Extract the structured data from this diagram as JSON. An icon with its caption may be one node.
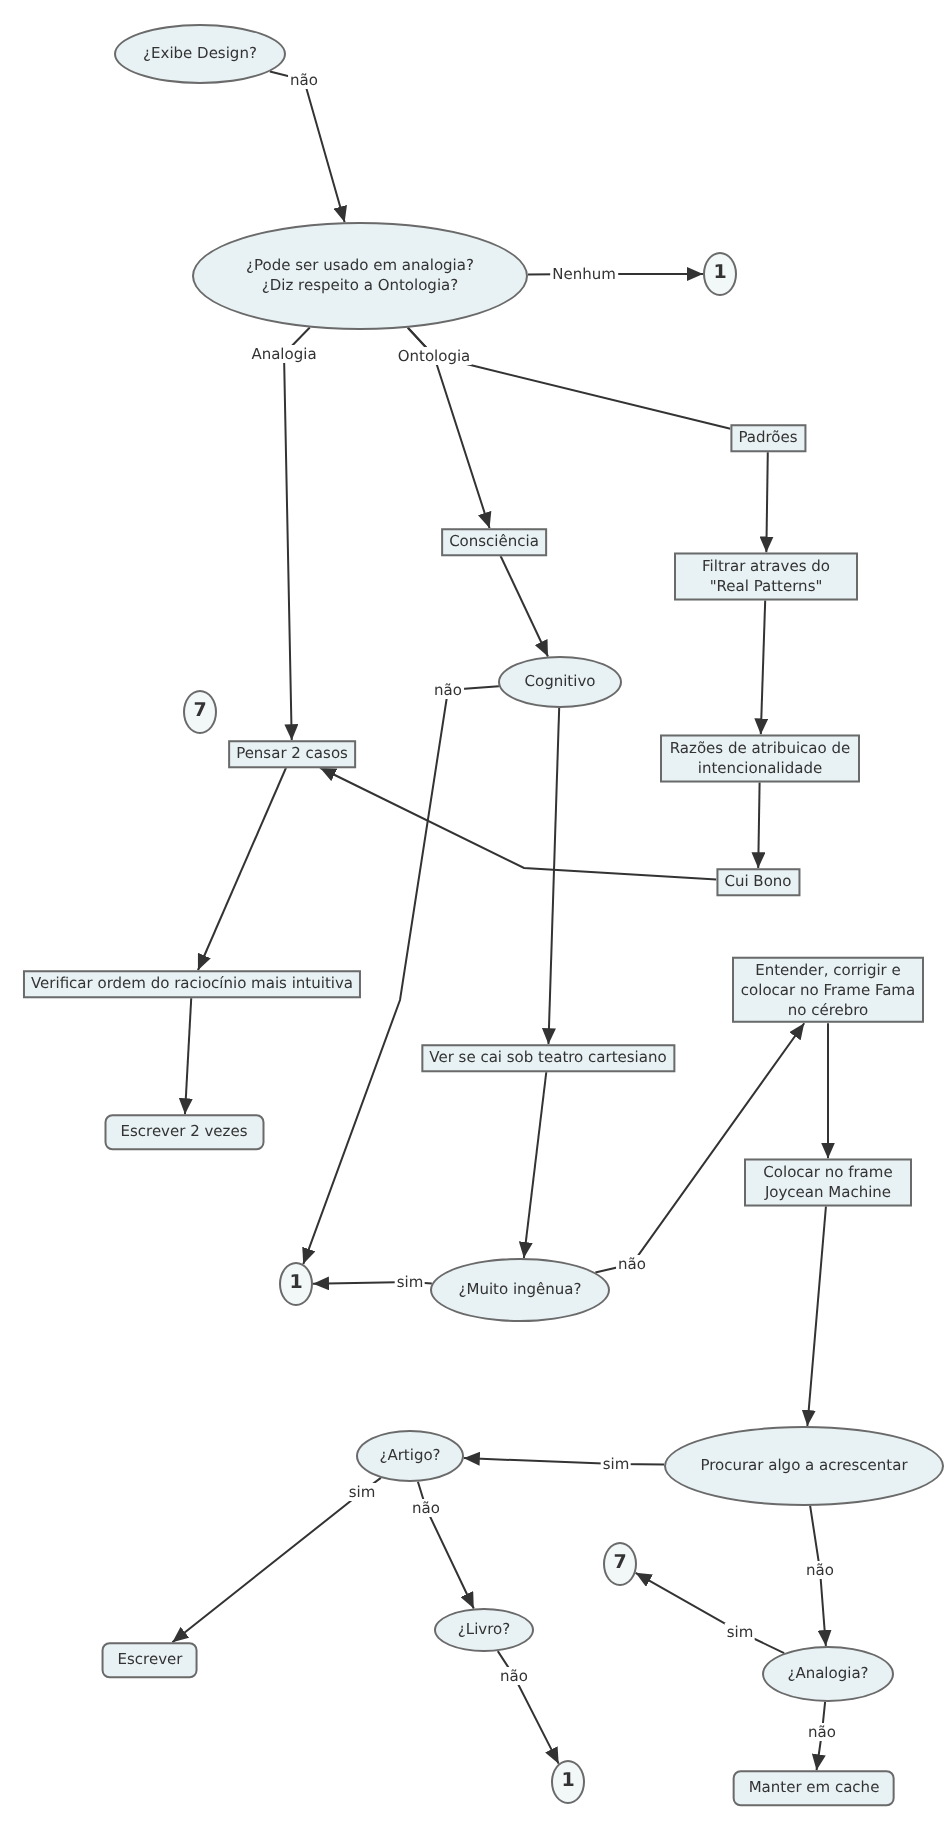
{
  "diagram": {
    "nodes": [
      {
        "text": [
          "¿Exibe Design?"
        ]
      },
      {
        "text": [
          "¿Pode ser usado em analogia? ¿Diz respeito a Ontologia?"
        ]
      },
      {
        "text": [
          "1"
        ]
      },
      {
        "text": [
          "Padrões"
        ]
      },
      {
        "text": [
          "Consciência"
        ]
      },
      {
        "text": [
          "Filtrar atraves do \"Real Patterns\""
        ]
      },
      {
        "text": [
          "Cognitivo"
        ]
      },
      {
        "text": [
          "7"
        ]
      },
      {
        "text": [
          "Pensar 2 casos"
        ]
      },
      {
        "text": [
          "Razões de atribuicao de intencionalidade"
        ]
      },
      {
        "text": [
          "Cui Bono"
        ]
      },
      {
        "text": [
          "Verificar ordem do raciocínio mais intuitiva"
        ]
      },
      {
        "text": [
          "Entender, corrigir e colocar no Frame Fama no cérebro"
        ]
      },
      {
        "text": [
          "Ver se cai sob teatro cartesiano"
        ]
      },
      {
        "text": [
          "Escrever 2 vezes"
        ]
      },
      {
        "text": [
          "Colocar no frame Joycean Machine"
        ]
      },
      {
        "text": [
          "1"
        ]
      },
      {
        "text": [
          "¿Muito ingênua?"
        ]
      },
      {
        "text": [
          "¿Artigo?"
        ]
      },
      {
        "text": [
          "Procurar algo a acrescentar"
        ]
      },
      {
        "text": [
          "7"
        ]
      },
      {
        "text": [
          "Escrever"
        ]
      },
      {
        "text": [
          "¿Livro?"
        ]
      },
      {
        "text": [
          "¿Analogia?"
        ]
      },
      {
        "text": [
          "1"
        ]
      },
      {
        "text": [
          "Manter em cache"
        ]
      }
    ],
    "edges": [
      {
        "from": 0,
        "to": 1,
        "arrow": "to",
        "label": "não"
      },
      {
        "from": 1,
        "to": 2,
        "arrow": "to",
        "label": "Nenhum"
      },
      {
        "from": 1,
        "to": 8,
        "arrow": "to",
        "label": "Analogia"
      },
      {
        "from": 1,
        "to": 4,
        "arrow": "to",
        "label": "Ontologia"
      },
      {
        "from": 1,
        "to": 3,
        "arrow": "none"
      },
      {
        "from": 3,
        "to": 5,
        "arrow": "to"
      },
      {
        "from": 4,
        "to": 6,
        "arrow": "to"
      },
      {
        "from": 5,
        "to": 9,
        "arrow": "to"
      },
      {
        "from": 9,
        "to": 10,
        "arrow": "to"
      },
      {
        "from": 10,
        "to": 8,
        "arrow": "to"
      },
      {
        "from": 6,
        "to": 16,
        "arrow": "to",
        "label": "não"
      },
      {
        "from": 6,
        "to": 13,
        "arrow": "to"
      },
      {
        "from": 8,
        "to": 11,
        "arrow": "to"
      },
      {
        "from": 11,
        "to": 14,
        "arrow": "to"
      },
      {
        "from": 13,
        "to": 17,
        "arrow": "to"
      },
      {
        "from": 17,
        "to": 16,
        "arrow": "to",
        "label": "sim"
      },
      {
        "from": 17,
        "to": 12,
        "arrow": "to",
        "label": "não"
      },
      {
        "from": 12,
        "to": 15,
        "arrow": "to"
      },
      {
        "from": 15,
        "to": 19,
        "arrow": "to"
      },
      {
        "from": 19,
        "to": 18,
        "arrow": "to",
        "label": "sim"
      },
      {
        "from": 19,
        "to": 23,
        "arrow": "to",
        "label": "não"
      },
      {
        "from": 18,
        "to": 21,
        "arrow": "to",
        "label": "sim"
      },
      {
        "from": 18,
        "to": 22,
        "arrow": "to",
        "label": "não"
      },
      {
        "from": 22,
        "to": 24,
        "arrow": "to",
        "label": "não"
      },
      {
        "from": 23,
        "to": 20,
        "arrow": "to",
        "label": "sim"
      },
      {
        "from": 23,
        "to": 25,
        "arrow": "to",
        "label": "não"
      }
    ]
  }
}
